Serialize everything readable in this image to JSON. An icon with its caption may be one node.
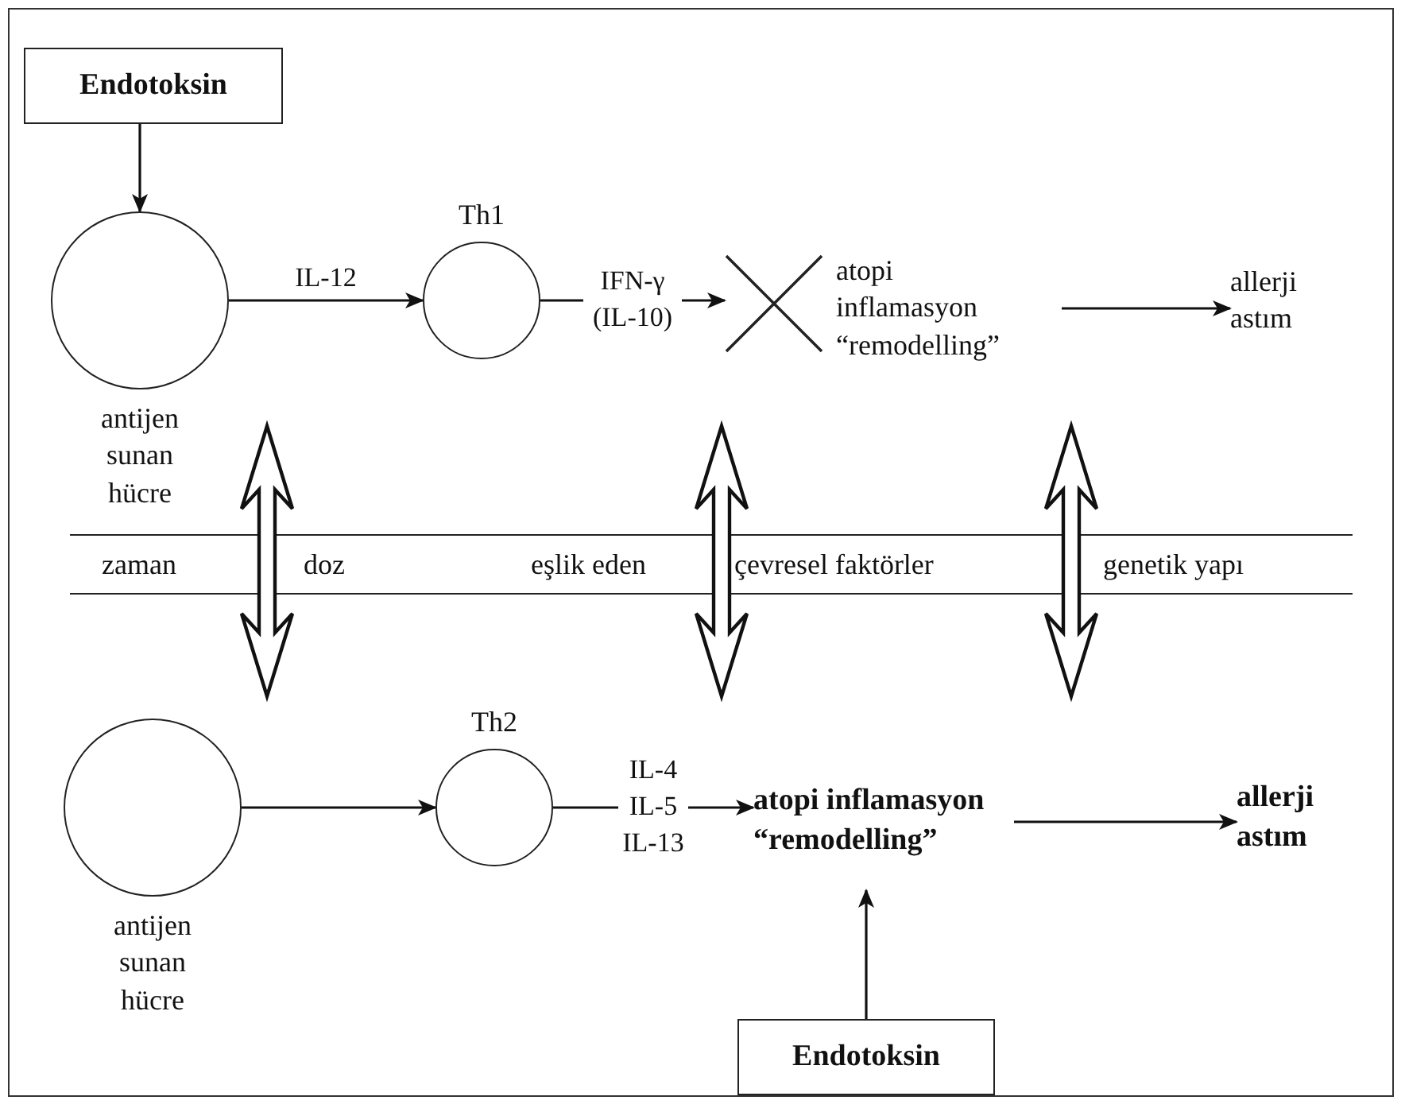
{
  "diagram": {
    "nodes": [
      {
        "text": [
          "Endotoksin"
        ]
      },
      {
        "text": [],
        "shape": "circle",
        "beside": [
          "antijen sunan hücre"
        ]
      },
      {
        "text": [],
        "shape": "circle",
        "beside": [
          "Th1"
        ]
      },
      {
        "text": [
          "atopi inflamasyon “remodelling”"
        ]
      },
      {
        "text": [
          "allerji astım"
        ]
      },
      {
        "text": [
          "zaman",
          "doz",
          "eşlik eden",
          "çevresel faktörler",
          "genetik yapı"
        ]
      },
      {
        "text": [],
        "shape": "circle",
        "beside": [
          "antijen sunan hücre"
        ]
      },
      {
        "text": [],
        "shape": "circle",
        "beside": [
          "Th2"
        ]
      },
      {
        "text": [
          "atopi inflamasyon “remodelling”"
        ]
      },
      {
        "text": [
          "allerji astım"
        ]
      },
      {
        "text": [
          "Endotoksin"
        ]
      }
    ],
    "edges": [
      {
        "from": 0,
        "to": 1,
        "arrow": "to"
      },
      {
        "from": 1,
        "to": 2,
        "arrow": "to",
        "label": "IL-12"
      },
      {
        "from": 2,
        "to": 3,
        "arrow": "to",
        "label": "IFN-γ (IL-10)"
      },
      {
        "from": 3,
        "to": 4,
        "arrow": "to"
      },
      {
        "from": 6,
        "to": 7,
        "arrow": "to"
      },
      {
        "from": 7,
        "to": 8,
        "arrow": "to",
        "label": "IL-4 IL-5 IL-13"
      },
      {
        "from": 8,
        "to": 9,
        "arrow": "to"
      },
      {
        "from": 10,
        "to": 8,
        "arrow": "to"
      }
    ]
  }
}
